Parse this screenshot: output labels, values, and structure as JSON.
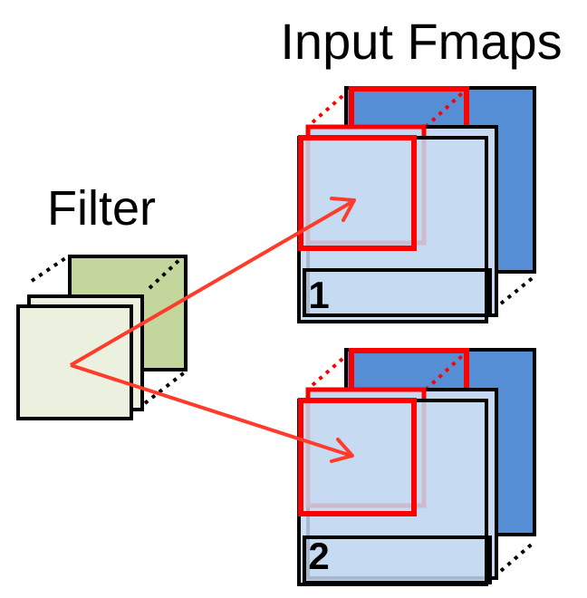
{
  "labels": {
    "input_fmaps": "Input Fmaps",
    "filter": "Filter",
    "fmap_1": "1",
    "fmap_2": "2"
  },
  "colors": {
    "filter_back": "#c3d69b",
    "filter_front": "#ebf1de",
    "fmap_back": "#558ed5",
    "fmap_front": "#c6d9f1",
    "window": "#ff0000",
    "arrow": "#ff3b2b",
    "outline": "#000000"
  }
}
